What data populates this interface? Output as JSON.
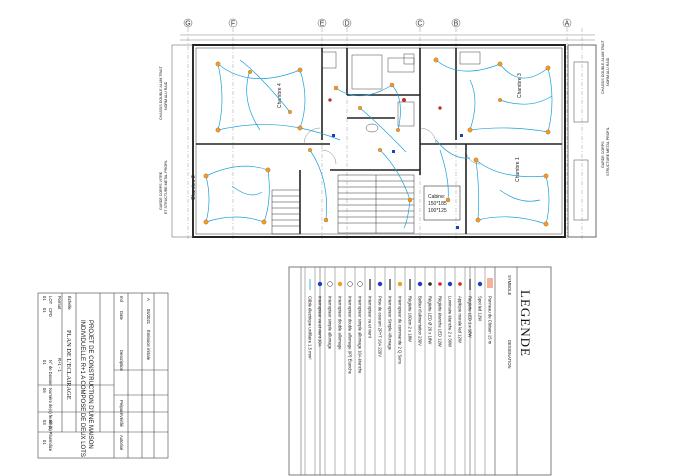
{
  "plan": {
    "axis_labels": [
      "G",
      "F",
      "E",
      "D",
      "C",
      "B",
      "A"
    ],
    "rooms": [
      "Chambre 4",
      "Chambre 3",
      "Chambre 1",
      "Chambre 2"
    ],
    "cabine_label": "Cabine:",
    "cabine_dims": [
      "150*185",
      "100*125"
    ],
    "side_notes_left": [
      "CHASSIS DOUBLE ALUM TRAIT",
      "NORM ALU RAID"
    ],
    "side_notes_right": [
      "CHASSIS DOUBLE ALUM TRAIT",
      "NORM ALU RAID"
    ],
    "notes_left_mid": [
      "GARDE CORPS VITRE",
      "ET STRUCTURE METAL PROFIL"
    ],
    "notes_right_mid": [
      "GARDE CORPS",
      "STRUCTURE METAL PROFIL"
    ]
  },
  "legend": {
    "title": "LEGENDE",
    "col_symbole": "SYMBOLE",
    "col_designation": "DESIGNATION",
    "items": [
      "Panneau de Cloison 15 m",
      "Spot led 12W",
      "Réglette LED 1 x 18W",
      "Applique murale led 12W",
      "Luminaire étanche 2 x 36W",
      "Réglette étanche LED 12W",
      "Réglette LED Ø 20 x 18W",
      "Boîtier d'alimentation 230V",
      "Réglette 160cm 2 x 18W",
      "Interrupteur de commande 2 Q Sens",
      "Interrupteur Simple Allumage",
      "Prise de courant 2P+T 16A 220V",
      "Interrupteur va et vient",
      "Interrupteur simple allumage 10A étanche",
      "Interrupteur double allumage (IP) Étanche",
      "Interrupteur double allumage",
      "Interrupteur simple allumage",
      "Interrupteur va et vient 10A",
      "Câble électrique unifilaire 1.5 mm²"
    ]
  },
  "title_block": {
    "rows": [
      {
        "ind": "A",
        "date": "05/2021",
        "desc": "Émission initiale"
      },
      {
        "ind": "",
        "date": "",
        "desc": ""
      }
    ],
    "header": {
      "ind": "Ind",
      "date": "Date",
      "desc": "Description",
      "by": "Préparé",
      "check": "Vérifié",
      "approve": "Autorisé"
    },
    "project_lines": [
      "PROJET DE CONSTRUCTION D'UNE MAISON",
      "INDIVIDUELLE R+1 A COMPOSE DE DEUX LOTS"
    ],
    "sheet_title": "PLAN DE L'ECLAIRAGE",
    "level": "R+1 - 1",
    "echelle_label": "Échelle",
    "format_label": "Format",
    "lot_label": "LOT",
    "lot_value": "01",
    "cpd_label": "CPD",
    "cpd_value": "01",
    "dossier_label": "N° de Dossier",
    "dossier_value": "01",
    "folio_label": "Numéro de(s) feuille(s)",
    "folio_value": "06",
    "plan_label": "N° du Plan",
    "plan_value": "03",
    "indice_label": "Indice",
    "indice_value": "01"
  }
}
